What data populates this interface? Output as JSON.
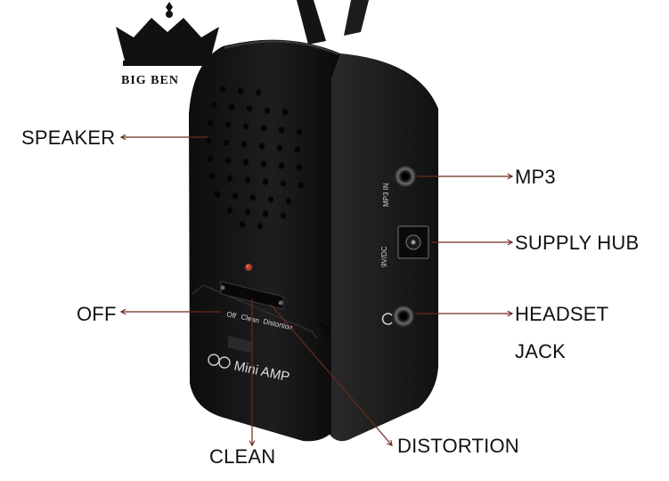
{
  "brand": {
    "name": "BIG BEN",
    "crown_color": "#111111"
  },
  "device": {
    "model_label": "Mini AMP",
    "port_labels": {
      "mp3_in": "MP3 IN",
      "dc": "9V/DC"
    },
    "switch_positions": [
      "Off",
      "Clean",
      "Distortion"
    ],
    "body_color": "#161616",
    "led_color": "#c0392b"
  },
  "callouts": {
    "speaker": "SPEAKER",
    "mp3": "MP3",
    "supply_hub": "SUPPLY HUB",
    "headset_line1": "HEADSET",
    "headset_line2": "JACK",
    "off": "OFF",
    "clean": "CLEAN",
    "distortion": "DISTORTION",
    "arrow_color": "#6b2a1f"
  }
}
